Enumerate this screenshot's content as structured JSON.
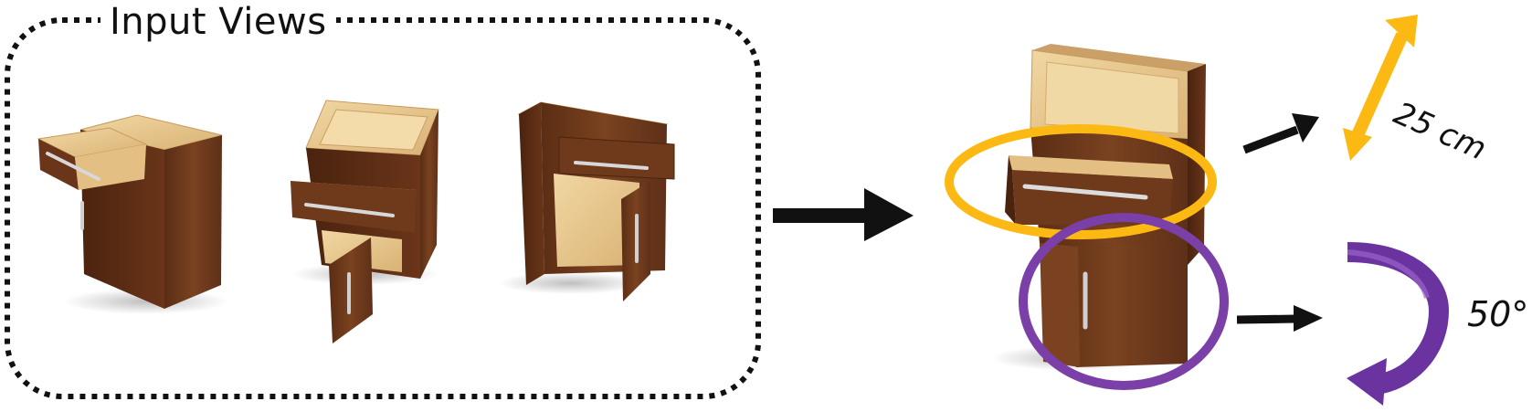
{
  "input_views": {
    "title": "Input Views",
    "views": [
      "view-1",
      "view-2",
      "view-3"
    ]
  },
  "measurements": {
    "length_label": "25 cm",
    "angle_label": "50°"
  },
  "colors": {
    "drawer_highlight": "#FDB913",
    "door_highlight": "#7B3FA8",
    "wood_dark": "#6B3A1E",
    "wood_light": "#E9C98F",
    "arrow": "#111111"
  },
  "icons": {
    "length_indicator": "double-headed-arrow-icon",
    "rotation_indicator": "curved-rotation-arrow-icon"
  }
}
